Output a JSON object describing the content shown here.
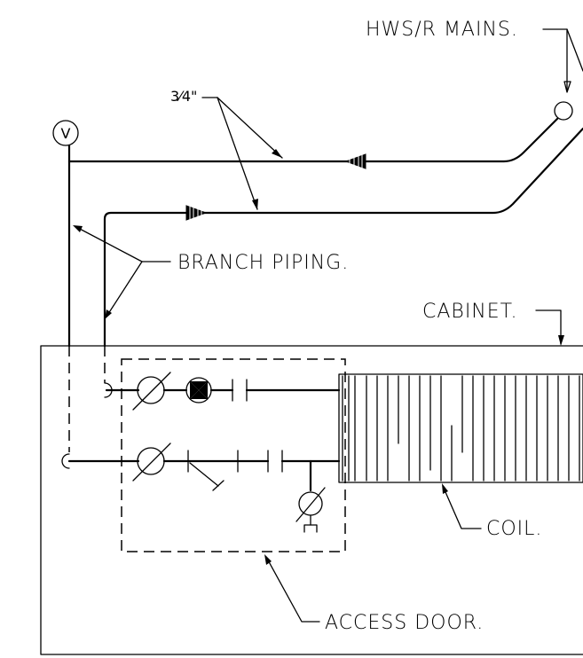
{
  "labels": {
    "mains": "HWS/R MAINS.",
    "pipe_size": "3⁄4\"",
    "valve_symbol": "V",
    "branch_piping": "BRANCH PIPING.",
    "cabinet": "CABINET.",
    "coil": "COIL.",
    "access_door": "ACCESS DOOR."
  }
}
